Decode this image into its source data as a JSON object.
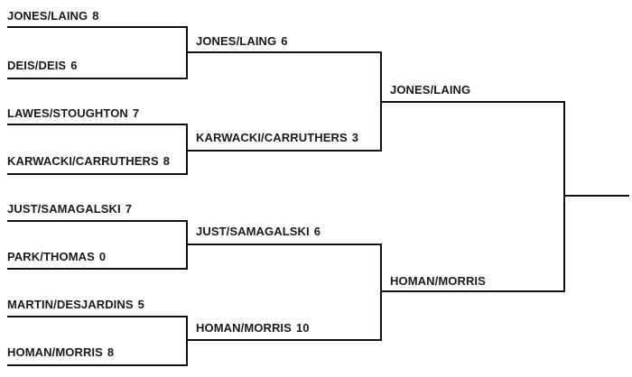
{
  "line_color": "#111111",
  "text_color": "#1a1a1a",
  "round1": [
    {
      "name": "JONES/LAING",
      "score": "8"
    },
    {
      "name": "DEIS/DEIS",
      "score": "6"
    },
    {
      "name": "LAWES/STOUGHTON",
      "score": "7"
    },
    {
      "name": "KARWACKI/CARRUTHERS",
      "score": "8"
    },
    {
      "name": "JUST/SAMAGALSKI",
      "score": "7"
    },
    {
      "name": "PARK/THOMAS",
      "score": "0"
    },
    {
      "name": "MARTIN/DESJARDINS",
      "score": "5"
    },
    {
      "name": "HOMAN/MORRIS",
      "score": "8"
    }
  ],
  "round2": [
    {
      "name": "JONES/LAING",
      "score": "6"
    },
    {
      "name": "KARWACKI/CARRUTHERS",
      "score": "3"
    },
    {
      "name": "JUST/SAMAGALSKI",
      "score": "6"
    },
    {
      "name": "HOMAN/MORRIS",
      "score": "10"
    }
  ],
  "round3": [
    {
      "name": "JONES/LAING",
      "score": ""
    },
    {
      "name": "HOMAN/MORRIS",
      "score": ""
    }
  ]
}
